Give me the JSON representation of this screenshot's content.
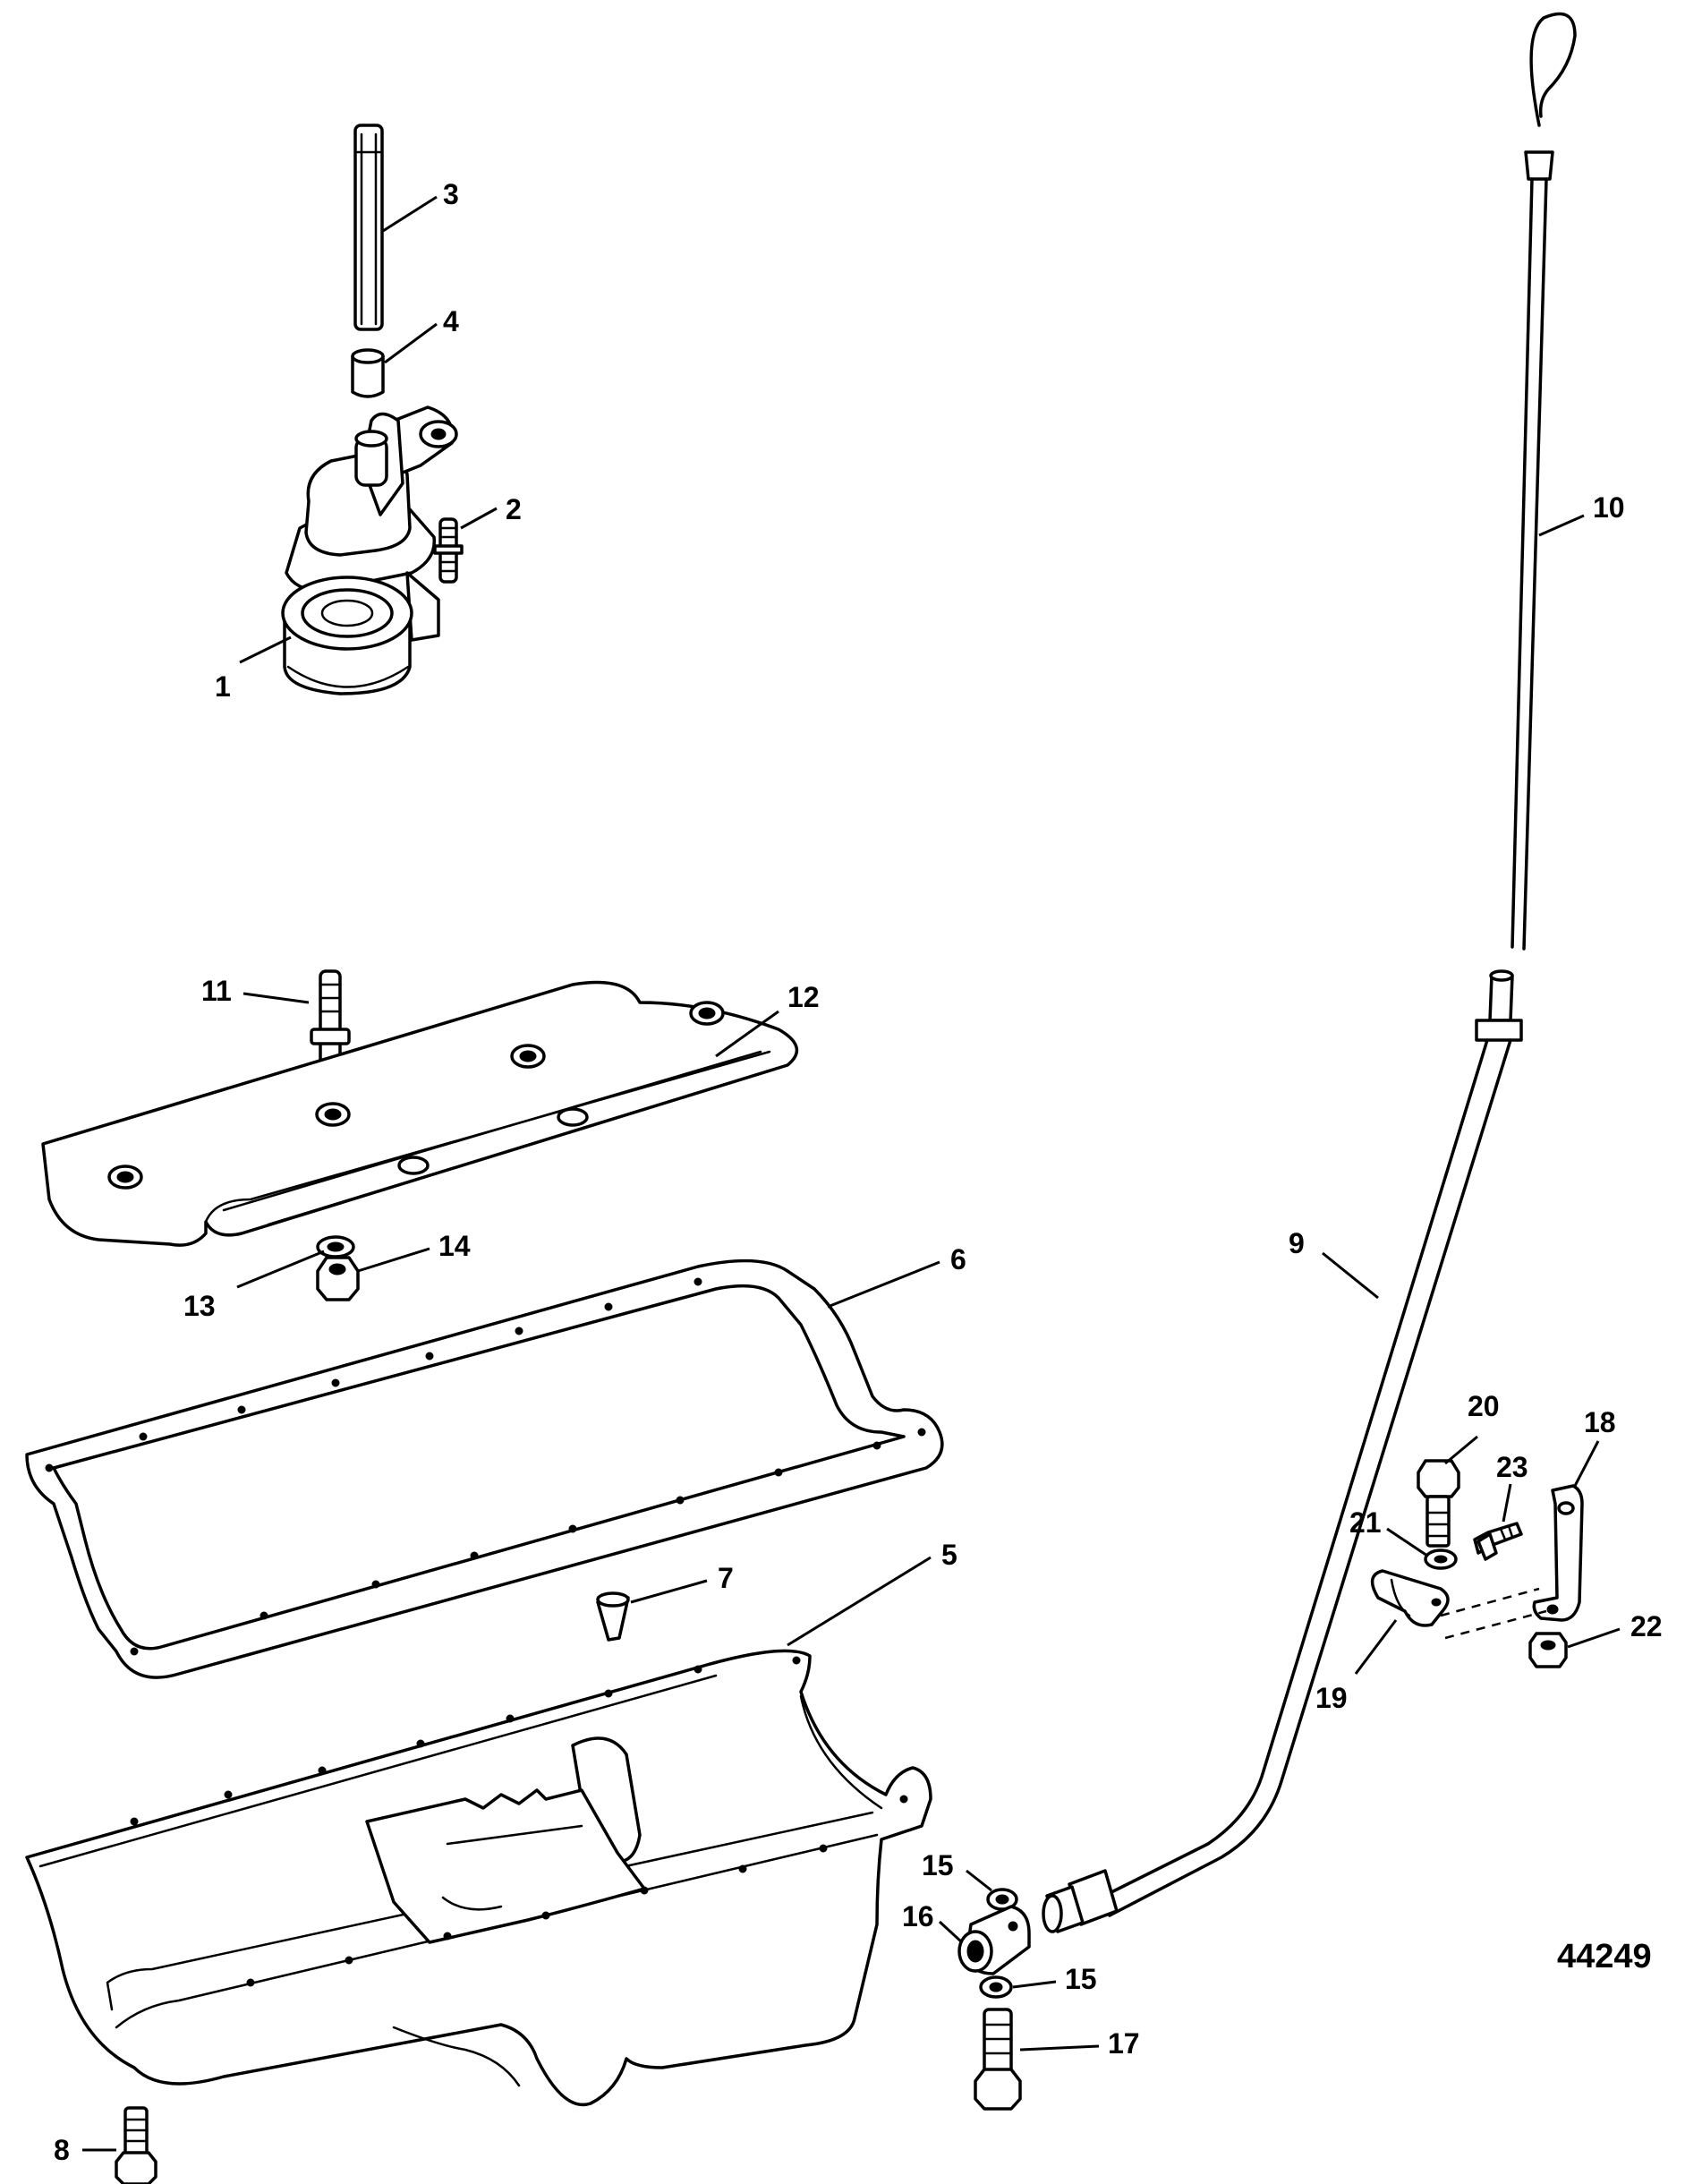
{
  "figure_number": "44249",
  "callouts": [
    "1",
    "2",
    "3",
    "4",
    "5",
    "6",
    "7",
    "8",
    "9",
    "10",
    "11",
    "12",
    "13",
    "14",
    "15",
    "15",
    "16",
    "17",
    "18",
    "19",
    "20",
    "21",
    "22",
    "23"
  ],
  "parts": {
    "oil_pump": "1",
    "pump_stud": "2",
    "drive_shaft": "3",
    "shaft_sleeve": "4",
    "oil_pan": "5",
    "pan_gasket": "6",
    "drain_plug": "7",
    "pan_bolt": "8",
    "dipstick_tube": "9",
    "dipstick": "10",
    "baffle_stud": "11",
    "baffle": "12",
    "baffle_washer": "13",
    "baffle_nut": "14",
    "sealing_washer": "15",
    "adapter": "16",
    "adapter_bolt": "17",
    "bracket": "18",
    "clip": "19",
    "bracket_bolt": "20",
    "bracket_washer": "21",
    "bracket_nut": "22",
    "clip_screw": "23"
  }
}
